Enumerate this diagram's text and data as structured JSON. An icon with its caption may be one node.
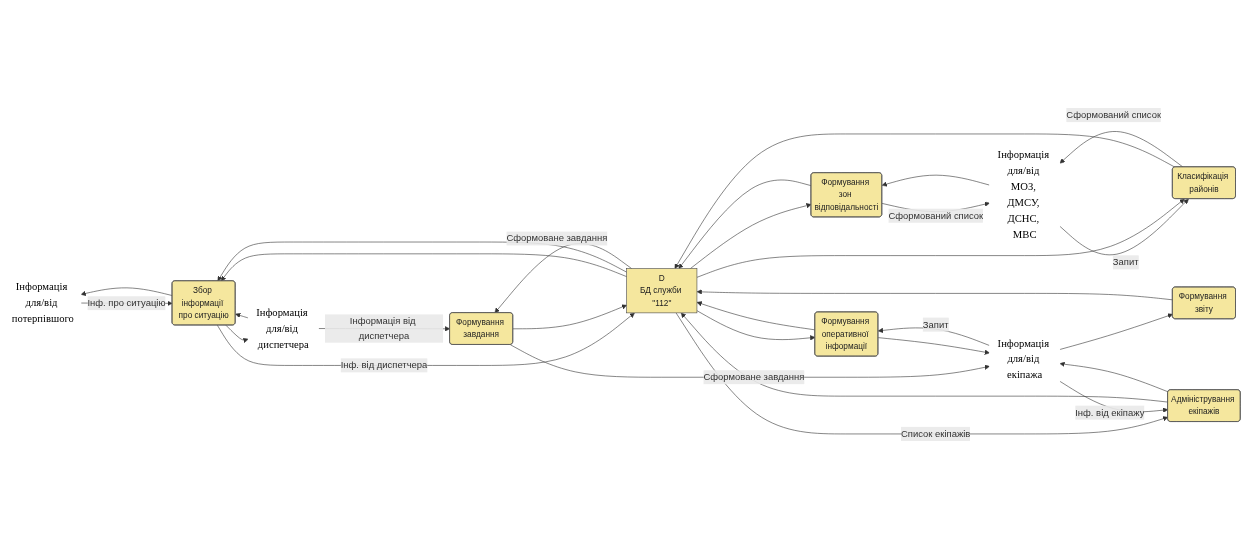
{
  "diagram": {
    "nodes": [
      {
        "text": [
          "Інформація для/від потерпівшого"
        ]
      },
      {
        "text": [
          "Інформація для/від диспетчера"
        ]
      },
      {
        "text": [
          "Інформація для/від МОЗ, ДМСУ, ДСНС, МВС"
        ]
      },
      {
        "text": [
          "Збор інформації про ситуацію"
        ]
      },
      {
        "text": [
          "Формування завдання"
        ]
      },
      {
        "text": [
          "Формування зон відповідальності"
        ]
      },
      {
        "text": [
          "D",
          "БД служби \"112\""
        ]
      },
      {
        "text": [
          "Формування оперативної інформації"
        ]
      },
      {
        "text": [
          "Класифікація районів"
        ]
      },
      {
        "text": [
          "Формування звіту"
        ]
      },
      {
        "text": [
          "Адміністрування екіпажів"
        ]
      },
      {
        "text": [
          "Інформація для/від екіпажа"
        ]
      }
    ],
    "edges": [
      {
        "from": 3,
        "to": 0,
        "arrow": "to"
      },
      {
        "from": 0,
        "to": 3,
        "label": "Інф. про ситуацію",
        "arrow": "to"
      },
      {
        "from": 3,
        "to": 1,
        "arrow": "to"
      },
      {
        "from": 1,
        "to": 3,
        "arrow": "to"
      },
      {
        "from": 1,
        "to": 4,
        "label": "Інформація від диспетчера",
        "arrow": "to"
      },
      {
        "from": 6,
        "to": 3,
        "arrow": "to"
      },
      {
        "from": 3,
        "to": 6,
        "label": "Інф. від диспетчера",
        "arrow": "to"
      },
      {
        "from": 6,
        "to": 3,
        "arrow": "to"
      },
      {
        "from": 6,
        "to": 4,
        "label": "Сформоване завдання",
        "arrow": "to"
      },
      {
        "from": 4,
        "to": 6,
        "arrow": "to"
      },
      {
        "from": 4,
        "to": 11,
        "label": "Сформоване завдання",
        "arrow": "to"
      },
      {
        "from": 5,
        "to": 2,
        "label": "Сформований список",
        "arrow": "to"
      },
      {
        "from": 2,
        "to": 5,
        "arrow": "to"
      },
      {
        "from": 5,
        "to": 6,
        "arrow": "to"
      },
      {
        "from": 6,
        "to": 5,
        "arrow": "to"
      },
      {
        "from": 2,
        "to": 8,
        "label": "Запит",
        "arrow": "to"
      },
      {
        "from": 8,
        "to": 6,
        "arrow": "to"
      },
      {
        "from": 6,
        "to": 8,
        "arrow": "to"
      },
      {
        "from": 8,
        "to": 2,
        "label": "Сформований список",
        "arrow": "to"
      },
      {
        "from": 6,
        "to": 7,
        "arrow": "to"
      },
      {
        "from": 7,
        "to": 6,
        "arrow": "to"
      },
      {
        "from": 7,
        "to": 11,
        "arrow": "to"
      },
      {
        "from": 11,
        "to": 7,
        "label": "Запит",
        "arrow": "to"
      },
      {
        "from": 9,
        "to": 6,
        "arrow": "to"
      },
      {
        "from": 11,
        "to": 9,
        "arrow": "to"
      },
      {
        "from": 6,
        "to": 10,
        "label": "Список екіпажів",
        "arrow": "to"
      },
      {
        "from": 10,
        "to": 6,
        "arrow": "to"
      },
      {
        "from": 11,
        "to": 10,
        "label": "Інф. від екіпажу",
        "arrow": "to"
      },
      {
        "from": 10,
        "to": 11,
        "arrow": "to"
      }
    ]
  }
}
